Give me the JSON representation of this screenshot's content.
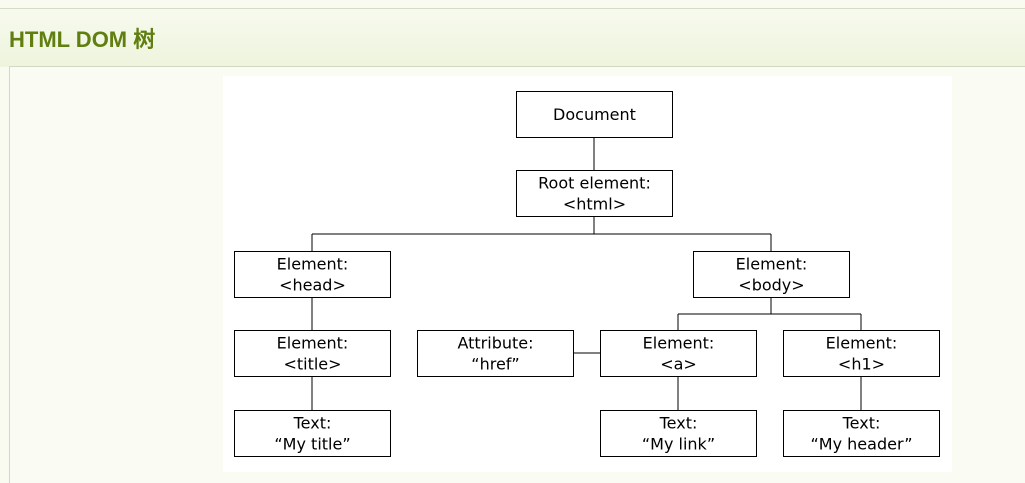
{
  "page": {
    "title": "HTML DOM 树"
  },
  "diagram": {
    "nodes": [
      {
        "id": "document",
        "lines": [
          "Document"
        ]
      },
      {
        "id": "root",
        "lines": [
          "Root element:",
          "<html>"
        ]
      },
      {
        "id": "head",
        "lines": [
          "Element:",
          "<head>"
        ]
      },
      {
        "id": "body",
        "lines": [
          "Element:",
          "<body>"
        ]
      },
      {
        "id": "title",
        "lines": [
          "Element:",
          "<title>"
        ]
      },
      {
        "id": "attr",
        "lines": [
          "Attribute:",
          "“href”"
        ]
      },
      {
        "id": "a",
        "lines": [
          "Element:",
          "<a>"
        ]
      },
      {
        "id": "h1",
        "lines": [
          "Element:",
          "<h1>"
        ]
      },
      {
        "id": "text-title",
        "lines": [
          "Text:",
          "“My title”"
        ]
      },
      {
        "id": "text-link",
        "lines": [
          "Text:",
          "“My link”"
        ]
      },
      {
        "id": "text-header",
        "lines": [
          "Text:",
          "“My header”"
        ]
      }
    ],
    "edges": [
      [
        "document",
        "root"
      ],
      [
        "root",
        "head"
      ],
      [
        "root",
        "body"
      ],
      [
        "head",
        "title"
      ],
      [
        "body",
        "a"
      ],
      [
        "body",
        "h1"
      ],
      [
        "a",
        "attr"
      ],
      [
        "title",
        "text-title"
      ],
      [
        "a",
        "text-link"
      ],
      [
        "h1",
        "text-header"
      ]
    ]
  }
}
